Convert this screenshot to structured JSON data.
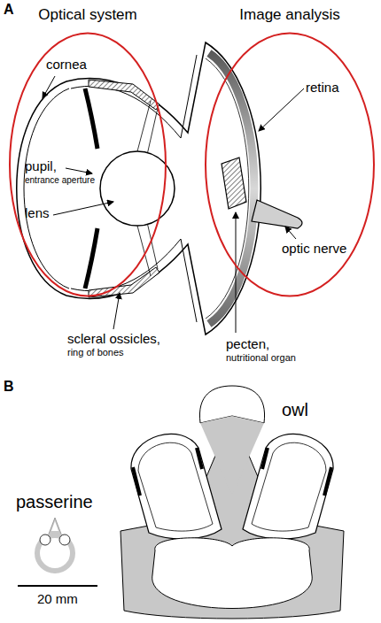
{
  "diagram": {
    "nodes": [
      {
        "text": [
          "Optical system"
        ]
      },
      {
        "text": [
          "Image analysis"
        ]
      }
    ],
    "labels": [
      "A",
      "cornea",
      "pupil,",
      "entrance aperture",
      "lens",
      "scleral ossicles,",
      "ring of bones",
      "retina",
      "optic nerve",
      "pecten,",
      "nutritional organ",
      "B",
      "owl",
      "passerine",
      "20 mm"
    ]
  }
}
